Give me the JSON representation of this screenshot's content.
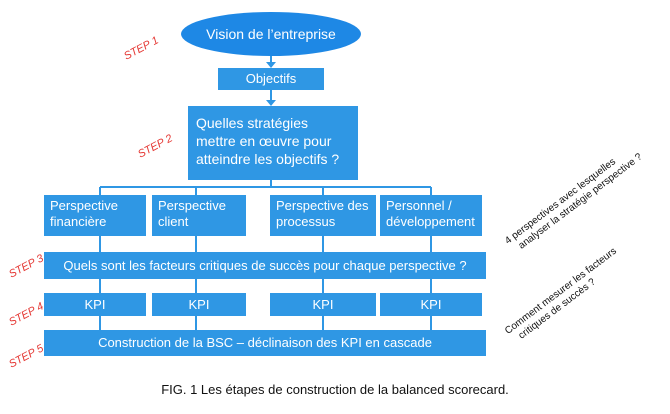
{
  "colors": {
    "box": "#2F97E4",
    "step": "#E53935",
    "text": "#111111"
  },
  "vision": "Vision de l’entreprise",
  "objectifs": "Objectifs",
  "strategies": "Quelles stratégies mettre en œuvre pour atteindre les objectifs ?",
  "perspectives": [
    "Perspective financière",
    "Perspective client",
    "Perspective des processus",
    "Personnel / développement"
  ],
  "facteurs": "Quels sont les facteurs critiques de succès pour chaque perspective ?",
  "kpi": [
    "KPI",
    "KPI",
    "KPI",
    "KPI"
  ],
  "construction": "Construction de la BSC – déclinaison des KPI en cascade",
  "steps": [
    "STEP 1",
    "STEP 2",
    "STEP 3",
    "STEP 4",
    "STEP 5"
  ],
  "notes": {
    "perspectives_line1": "4 perspectives avec lesquelles",
    "perspectives_line2": "analyser la stratégie perspective ?",
    "kpi_line1": "Comment mesurer les facteurs",
    "kpi_line2": "critiques de succès ?"
  },
  "caption": "FIG. 1 Les étapes de construction de la balanced scorecard."
}
